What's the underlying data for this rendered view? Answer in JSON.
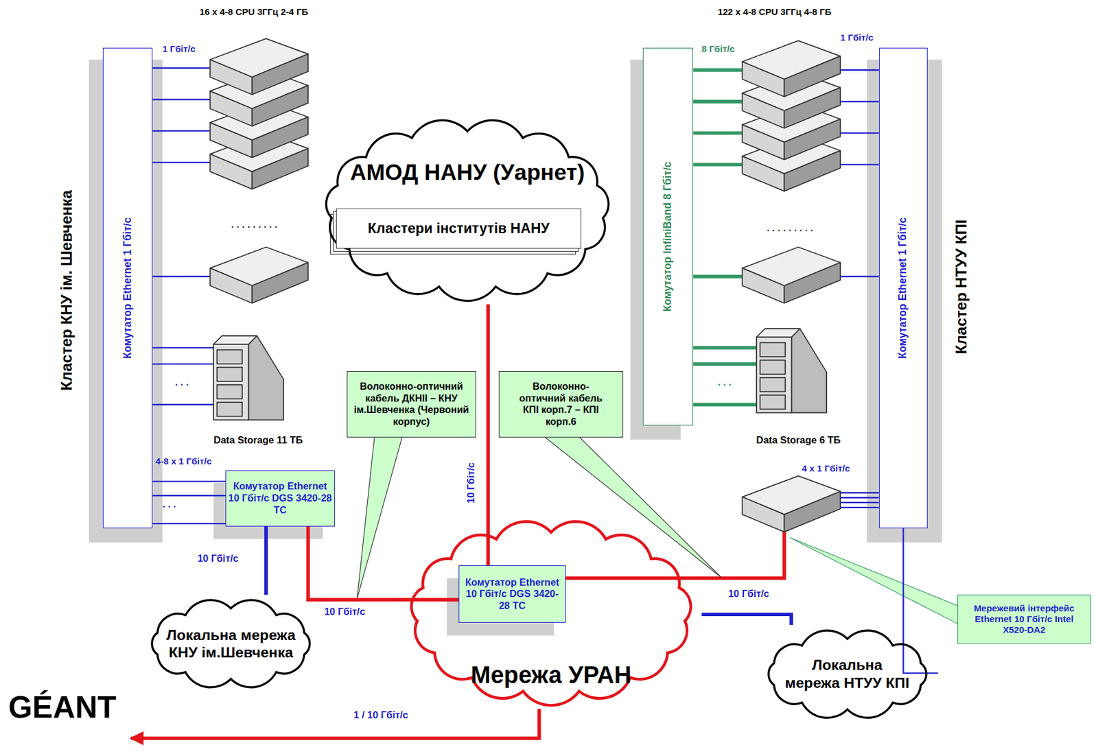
{
  "diagram": {
    "nodes": [
      {
        "text": [
          "Комутатор Ethernet 1 Гбіт/с"
        ]
      },
      {
        "text": [
          "Data Storage 11 ТБ"
        ]
      },
      {
        "text": [
          "Комутатор Ethernet 10 Гбіт/с DGS 3420-28 TC"
        ]
      },
      {
        "text": [
          "Локальна мережа КНУ ім.Шевченка"
        ]
      },
      {
        "text": [
          "АМОД НАНУ (Уарнет)"
        ]
      },
      {
        "text": [
          "Кластери інститутів НАНУ"
        ],
        "in": 4
      },
      {
        "text": [
          "Мережа УРАН"
        ]
      },
      {
        "text": [
          "Комутатор Ethernet 10 Гбіт/с DGS 3420-28 TC"
        ],
        "in": 6
      },
      {
        "text": [
          "Волоконно-оптичний кабель ДКНІІ – КНУ ім.Шевченка (Червоний корпус)"
        ]
      },
      {
        "text": [
          "Волоконно-оптичний кабель КПІ корп.7 – КПІ корп.6"
        ]
      },
      {
        "text": [
          "Комутатор InfiniBand 8 Гбіт/с"
        ]
      },
      {
        "text": [
          "Data Storage 6 ТБ"
        ]
      },
      {
        "text": [
          "Комутатор Ethernet 1 Гбіт/с"
        ]
      },
      {
        "text": [
          "Локальна мережа НТУУ КПІ"
        ]
      },
      {
        "text": [
          "Мережевий інтерфейс Ethernet 10 Гбіт/с Intel X520-DA2"
        ]
      },
      {
        "text": [
          "GÉANT"
        ]
      }
    ],
    "edges": [
      {
        "from": 0,
        "to": 1,
        "arrow": "none"
      },
      {
        "from": 0,
        "to": 2,
        "arrow": "none",
        "label": "4-8 x 1 Гбіт/с"
      },
      {
        "from": 2,
        "to": 3,
        "arrow": "none",
        "label": "10 Гбіт/с"
      },
      {
        "from": 2,
        "to": 7,
        "arrow": "none",
        "label": "10 Гбіт/с"
      },
      {
        "from": 4,
        "to": 7,
        "arrow": "none",
        "label": "10 Гбіт/с"
      },
      {
        "from": 6,
        "to": 15,
        "arrow": "to",
        "label": "1 / 10 Гбіт/с"
      },
      {
        "from": 6,
        "to": 13,
        "arrow": "none"
      },
      {
        "from": 10,
        "to": 11,
        "arrow": "none"
      },
      {
        "from": 12,
        "to": 13,
        "arrow": "none"
      }
    ],
    "labels": [
      "16 x 4-8 CPU 3ГГц 2-4 ГБ",
      "122 x 4-8 CPU 3ГГц 4-8 ГБ",
      "Кластер КНУ ім. Шевченка",
      "Кластер НТУУ КПІ",
      "1 Гбіт/с",
      ". . . . . . . . .",
      ". . .",
      ". . .",
      "8 Гбіт/с",
      "1 Гбіт/с",
      ". . . . . . . . .",
      ". . .",
      "4 x 1 Гбіт/с",
      "10 Гбіт/с"
    ]
  }
}
